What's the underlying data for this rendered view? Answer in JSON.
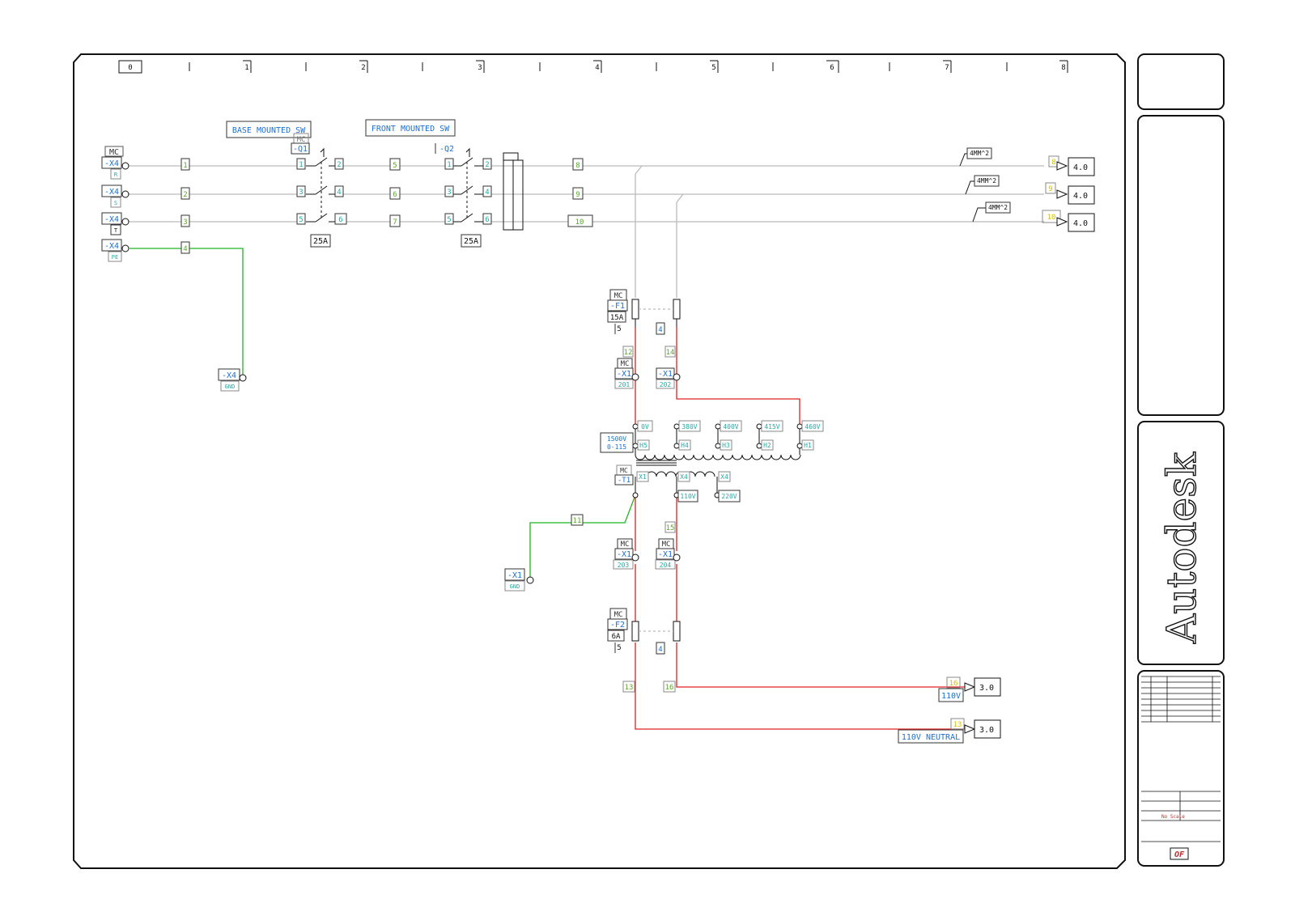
{
  "columns": [
    "0",
    "1",
    "2",
    "3",
    "4",
    "5",
    "6",
    "7",
    "8"
  ],
  "titles": {
    "base_switch": "BASE MOUNTED SW",
    "front_switch": "FRONT MOUNTED SW"
  },
  "switches": {
    "q1_loc": "MC",
    "q1_tag": "-Q1",
    "q1_rating": "25A",
    "q2_tag": "-Q2",
    "q2_rating": "25A",
    "q_terminals": [
      "1",
      "2",
      "3",
      "4",
      "5",
      "6"
    ]
  },
  "terminals": {
    "x4_loc": "MC",
    "x4_tag": "-X4",
    "x4_r": "R",
    "x4_s": "S",
    "x4_t": "T",
    "x4_pe": "PE",
    "x4_gnd_tag": "-X4",
    "x4_gnd": "GND",
    "x1_gnd_tag": "-X1",
    "x1_gnd": "GND"
  },
  "wires": {
    "w1": "1",
    "w2": "2",
    "w3": "3",
    "w4": "4",
    "w5": "5",
    "w6": "6",
    "w7": "7",
    "w8": "8",
    "w9": "9",
    "w10": "10",
    "w11": "11",
    "w12": "12",
    "w13": "13",
    "w14": "14",
    "w15": "15",
    "w16": "16"
  },
  "cable_sizes": [
    "4MM^2",
    "4MM^2",
    "4MM^2"
  ],
  "outputs": {
    "r_ref": "4.0",
    "s_ref": "4.0",
    "t_ref": "4.0",
    "r_wire": "8",
    "s_wire": "9",
    "t_wire": "10",
    "v110_label": "110V",
    "v110_ref": "3.0",
    "v110_wire": "16",
    "neutral_label": "110V NEUTRAL",
    "neutral_ref": "3.0",
    "neutral_wire": "13"
  },
  "fuses": {
    "f1_loc": "MC",
    "f1_tag": "-F1",
    "f1_rating": "15A",
    "f1_qty": "5",
    "f1_pin": "4",
    "f2_loc": "MC",
    "f2_tag": "-F2",
    "f2_rating": "6A",
    "f2_qty": "5",
    "f2_pin": "4"
  },
  "x1_terminals": {
    "loc": "MC",
    "tag": "-X1",
    "t201": "201",
    "t202": "202",
    "t203": "203",
    "t204": "204"
  },
  "transformer": {
    "loc": "MC",
    "tag": "-T1",
    "rating1": "1500V",
    "rating2": "0-115",
    "primary_taps": [
      "0V",
      "380V",
      "400V",
      "415V",
      "460V"
    ],
    "primary_pins": [
      "H5",
      "H4",
      "H3",
      "H2",
      "H1"
    ],
    "secondary_pins": [
      "X1",
      "X4",
      "X4"
    ],
    "secondary_volts": [
      "110V",
      "220V"
    ]
  },
  "title_block": {
    "logo": "Autodesk",
    "scale": "No Scale",
    "badge": "OF"
  },
  "colors": {
    "red_wire": "#e02020",
    "green_wire": "#22b522",
    "grey_wire": "#bbbbbb",
    "blue_text": "#1f6fd0",
    "cyan_text": "#2aa7a7",
    "wire_num": "#5aa82a",
    "yellow_num": "#d8c000"
  }
}
